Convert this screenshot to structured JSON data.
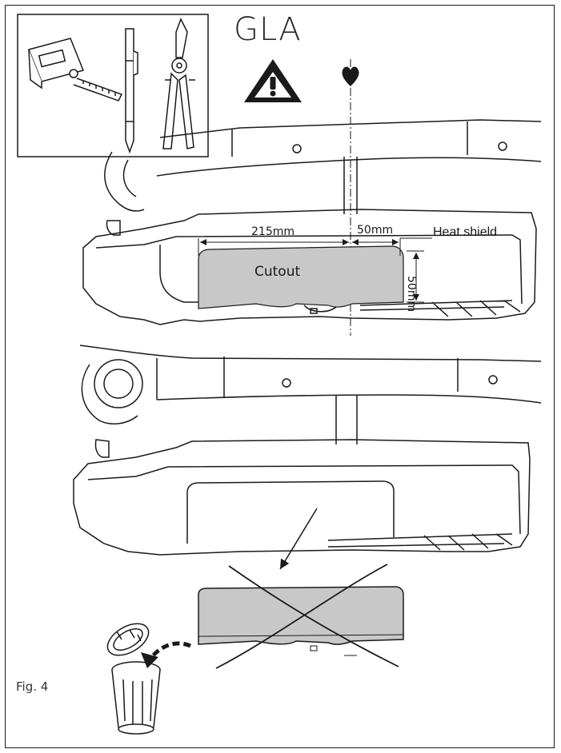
{
  "title": "GLA",
  "labels": {
    "width_main": "215mm",
    "width_extra": "50mm",
    "height": "50mm",
    "heat_shield": "Heat shield",
    "cutout": "Cutout"
  },
  "figure_label": "Fig. 4",
  "icons": [
    "tape-measure-icon",
    "marker-pen-icon",
    "tin-snips-icon",
    "warning-icon",
    "heart-icon",
    "trash-can-icon"
  ],
  "colors": {
    "line": "#1a1a1a",
    "cutout_fill": "#c8c8c8"
  }
}
